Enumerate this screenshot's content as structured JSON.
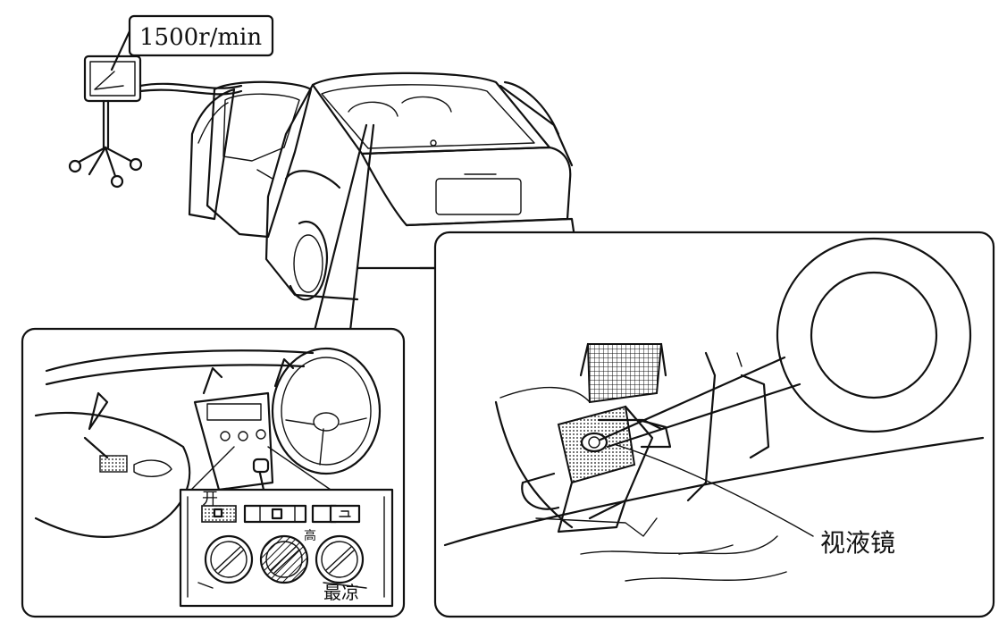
{
  "tachometer": {
    "reading": "1500r/min"
  },
  "control_panel": {
    "on_label": "开",
    "high_label": "高",
    "coolest_label": "最凉"
  },
  "sight_glass": {
    "label": "视液镜"
  }
}
